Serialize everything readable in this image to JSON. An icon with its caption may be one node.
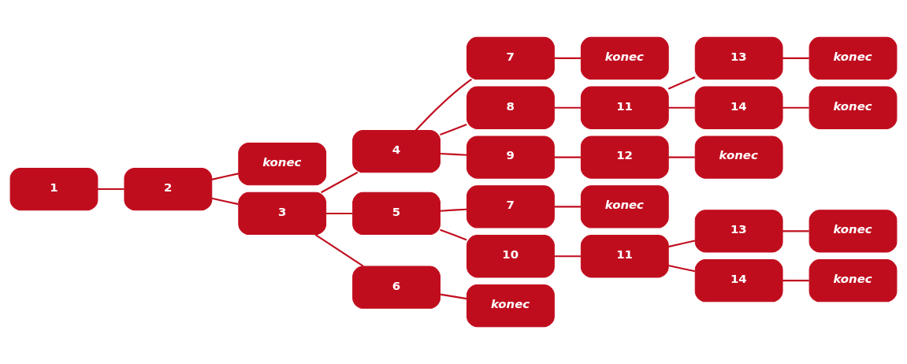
{
  "diagram": {
    "nodes": [
      {
        "text": [
          "1"
        ]
      },
      {
        "text": [
          "2"
        ]
      },
      {
        "text": [
          "konec"
        ]
      },
      {
        "text": [
          "3"
        ]
      },
      {
        "text": [
          "4"
        ]
      },
      {
        "text": [
          "5"
        ]
      },
      {
        "text": [
          "6"
        ]
      },
      {
        "text": [
          "7"
        ]
      },
      {
        "text": [
          "8"
        ]
      },
      {
        "text": [
          "9"
        ]
      },
      {
        "text": [
          "7"
        ]
      },
      {
        "text": [
          "10"
        ]
      },
      {
        "text": [
          "konec"
        ]
      },
      {
        "text": [
          "konec"
        ]
      },
      {
        "text": [
          "11"
        ]
      },
      {
        "text": [
          "12"
        ]
      },
      {
        "text": [
          "konec"
        ]
      },
      {
        "text": [
          "11"
        ]
      },
      {
        "text": [
          "13"
        ]
      },
      {
        "text": [
          "14"
        ]
      },
      {
        "text": [
          "konec"
        ]
      },
      {
        "text": [
          "13"
        ]
      },
      {
        "text": [
          "14"
        ]
      },
      {
        "text": [
          "konec"
        ]
      },
      {
        "text": [
          "konec"
        ]
      },
      {
        "text": [
          "konec"
        ]
      },
      {
        "text": [
          "konec"
        ]
      }
    ],
    "edges": [
      {
        "from": 0,
        "to": 1,
        "arrow": "none"
      },
      {
        "from": 1,
        "to": 2,
        "arrow": "none"
      },
      {
        "from": 1,
        "to": 3,
        "arrow": "none"
      },
      {
        "from": 3,
        "to": 4,
        "arrow": "none"
      },
      {
        "from": 3,
        "to": 5,
        "arrow": "none"
      },
      {
        "from": 3,
        "to": 6,
        "arrow": "none"
      },
      {
        "from": 4,
        "to": 7,
        "arrow": "none"
      },
      {
        "from": 4,
        "to": 8,
        "arrow": "none"
      },
      {
        "from": 4,
        "to": 9,
        "arrow": "none"
      },
      {
        "from": 5,
        "to": 10,
        "arrow": "none"
      },
      {
        "from": 5,
        "to": 11,
        "arrow": "none"
      },
      {
        "from": 6,
        "to": 12,
        "arrow": "none"
      },
      {
        "from": 7,
        "to": 13,
        "arrow": "none"
      },
      {
        "from": 8,
        "to": 14,
        "arrow": "none"
      },
      {
        "from": 9,
        "to": 15,
        "arrow": "none"
      },
      {
        "from": 10,
        "to": 16,
        "arrow": "none"
      },
      {
        "from": 11,
        "to": 17,
        "arrow": "none"
      },
      {
        "from": 14,
        "to": 18,
        "arrow": "none"
      },
      {
        "from": 14,
        "to": 19,
        "arrow": "none"
      },
      {
        "from": 15,
        "to": 20,
        "arrow": "none"
      },
      {
        "from": 17,
        "to": 21,
        "arrow": "none"
      },
      {
        "from": 17,
        "to": 22,
        "arrow": "none"
      },
      {
        "from": 18,
        "to": 23,
        "arrow": "none"
      },
      {
        "from": 19,
        "to": 24,
        "arrow": "none"
      },
      {
        "from": 21,
        "to": 25,
        "arrow": "none"
      },
      {
        "from": 22,
        "to": 26,
        "arrow": "none"
      }
    ]
  }
}
